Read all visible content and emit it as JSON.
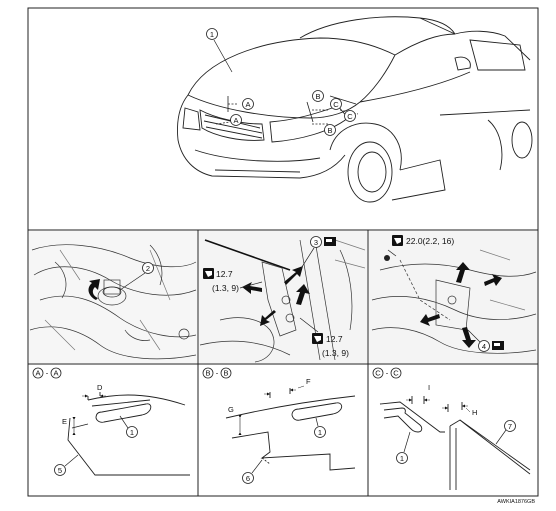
{
  "figure_id": "AWKIA1876GB",
  "top_panel": {
    "callout_1": "1",
    "section_marks": [
      "A",
      "A",
      "B",
      "B",
      "C",
      "C"
    ]
  },
  "middle_left": {
    "callout_2": "2"
  },
  "middle_center": {
    "callout_3": "3",
    "torque_1": "12.7",
    "torque_1_alt": "(1.3, 9)",
    "torque_2": "12.7",
    "torque_2_alt": "(1.3, 9)"
  },
  "middle_right": {
    "torque": "22.0(2.2, 16)",
    "callout_4": "4"
  },
  "section_aa": {
    "title_a1": "A",
    "title_a2": "A",
    "sep": "-",
    "dim_d": "D",
    "dim_e": "E",
    "callout_1": "1",
    "callout_5": "5"
  },
  "section_bb": {
    "title_b1": "B",
    "title_b2": "B",
    "sep": "-",
    "dim_f": "F",
    "dim_g": "G",
    "callout_1": "1",
    "callout_6": "6"
  },
  "section_cc": {
    "title_c1": "C",
    "title_c2": "C",
    "sep": "-",
    "dim_i": "I",
    "dim_h": "H",
    "callout_1": "1",
    "callout_7": "7"
  },
  "icons": [
    "torque-wrench-icon",
    "grease-icon",
    "section-circle-icon",
    "callout-circle-icon"
  ]
}
